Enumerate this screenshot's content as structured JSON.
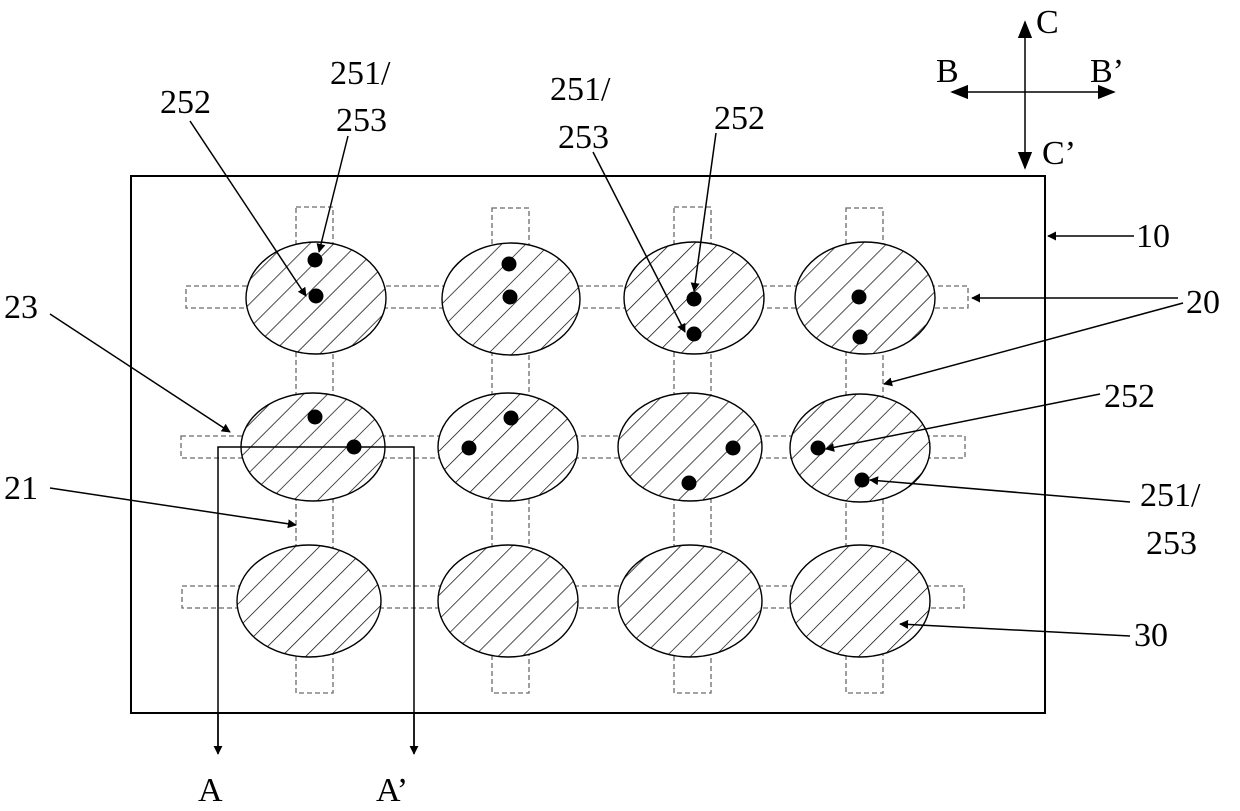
{
  "labels": {
    "label_10": "10",
    "label_20": "20",
    "label_21": "21",
    "label_23": "23",
    "label_30": "30",
    "label_252_a": "252",
    "label_252_b": "252",
    "label_252_c": "252",
    "label_251_a": "251/",
    "label_253_a": "253",
    "label_251_b": "251/",
    "label_253_b": "253",
    "label_251_c": "251/",
    "label_253_c": "253",
    "axis_a": "A",
    "axis_a_prime": "A’",
    "axis_b": "B",
    "axis_b_prime": "B’",
    "axis_c": "C",
    "axis_c_prime": "C’"
  }
}
